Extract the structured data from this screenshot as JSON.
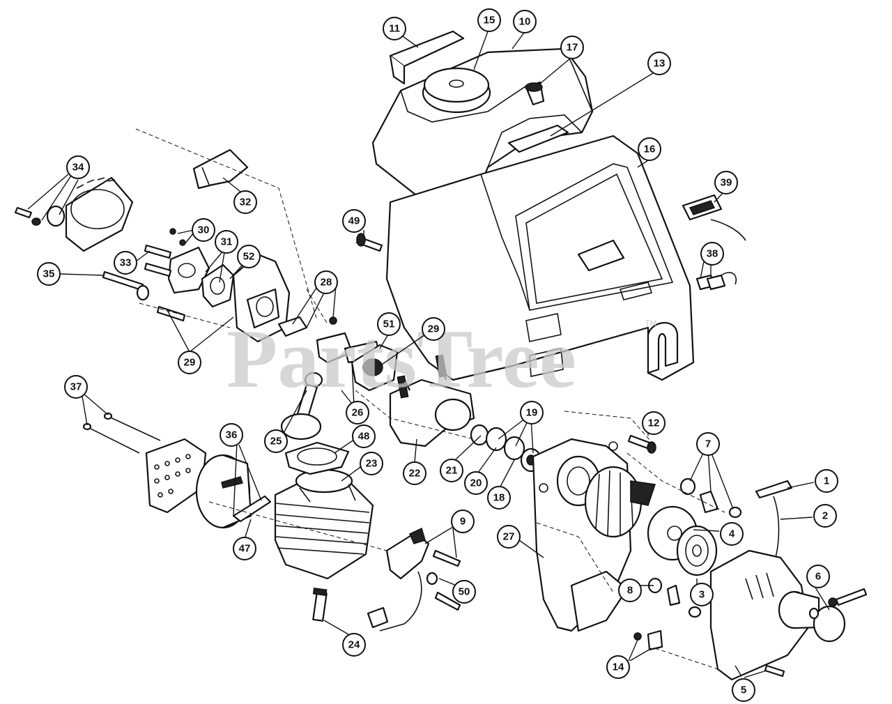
{
  "watermark": {
    "text": "PartsTree",
    "trademark": "TM"
  },
  "callouts": [
    {
      "id": "11"
    },
    {
      "id": "15"
    },
    {
      "id": "10"
    },
    {
      "id": "17"
    },
    {
      "id": "13"
    },
    {
      "id": "16"
    },
    {
      "id": "34"
    },
    {
      "id": "32"
    },
    {
      "id": "39"
    },
    {
      "id": "49"
    },
    {
      "id": "30"
    },
    {
      "id": "31"
    },
    {
      "id": "52"
    },
    {
      "id": "33"
    },
    {
      "id": "38"
    },
    {
      "id": "35"
    },
    {
      "id": "28"
    },
    {
      "id": "29"
    },
    {
      "id": "51"
    },
    {
      "id": "29"
    },
    {
      "id": "26"
    },
    {
      "id": "37"
    },
    {
      "id": "25"
    },
    {
      "id": "36"
    },
    {
      "id": "48"
    },
    {
      "id": "22"
    },
    {
      "id": "19"
    },
    {
      "id": "12"
    },
    {
      "id": "23"
    },
    {
      "id": "21"
    },
    {
      "id": "20"
    },
    {
      "id": "18"
    },
    {
      "id": "7"
    },
    {
      "id": "1"
    },
    {
      "id": "2"
    },
    {
      "id": "9"
    },
    {
      "id": "4"
    },
    {
      "id": "27"
    },
    {
      "id": "47"
    },
    {
      "id": "50"
    },
    {
      "id": "6"
    },
    {
      "id": "8"
    },
    {
      "id": "3"
    },
    {
      "id": "24"
    },
    {
      "id": "14"
    },
    {
      "id": "5"
    }
  ]
}
